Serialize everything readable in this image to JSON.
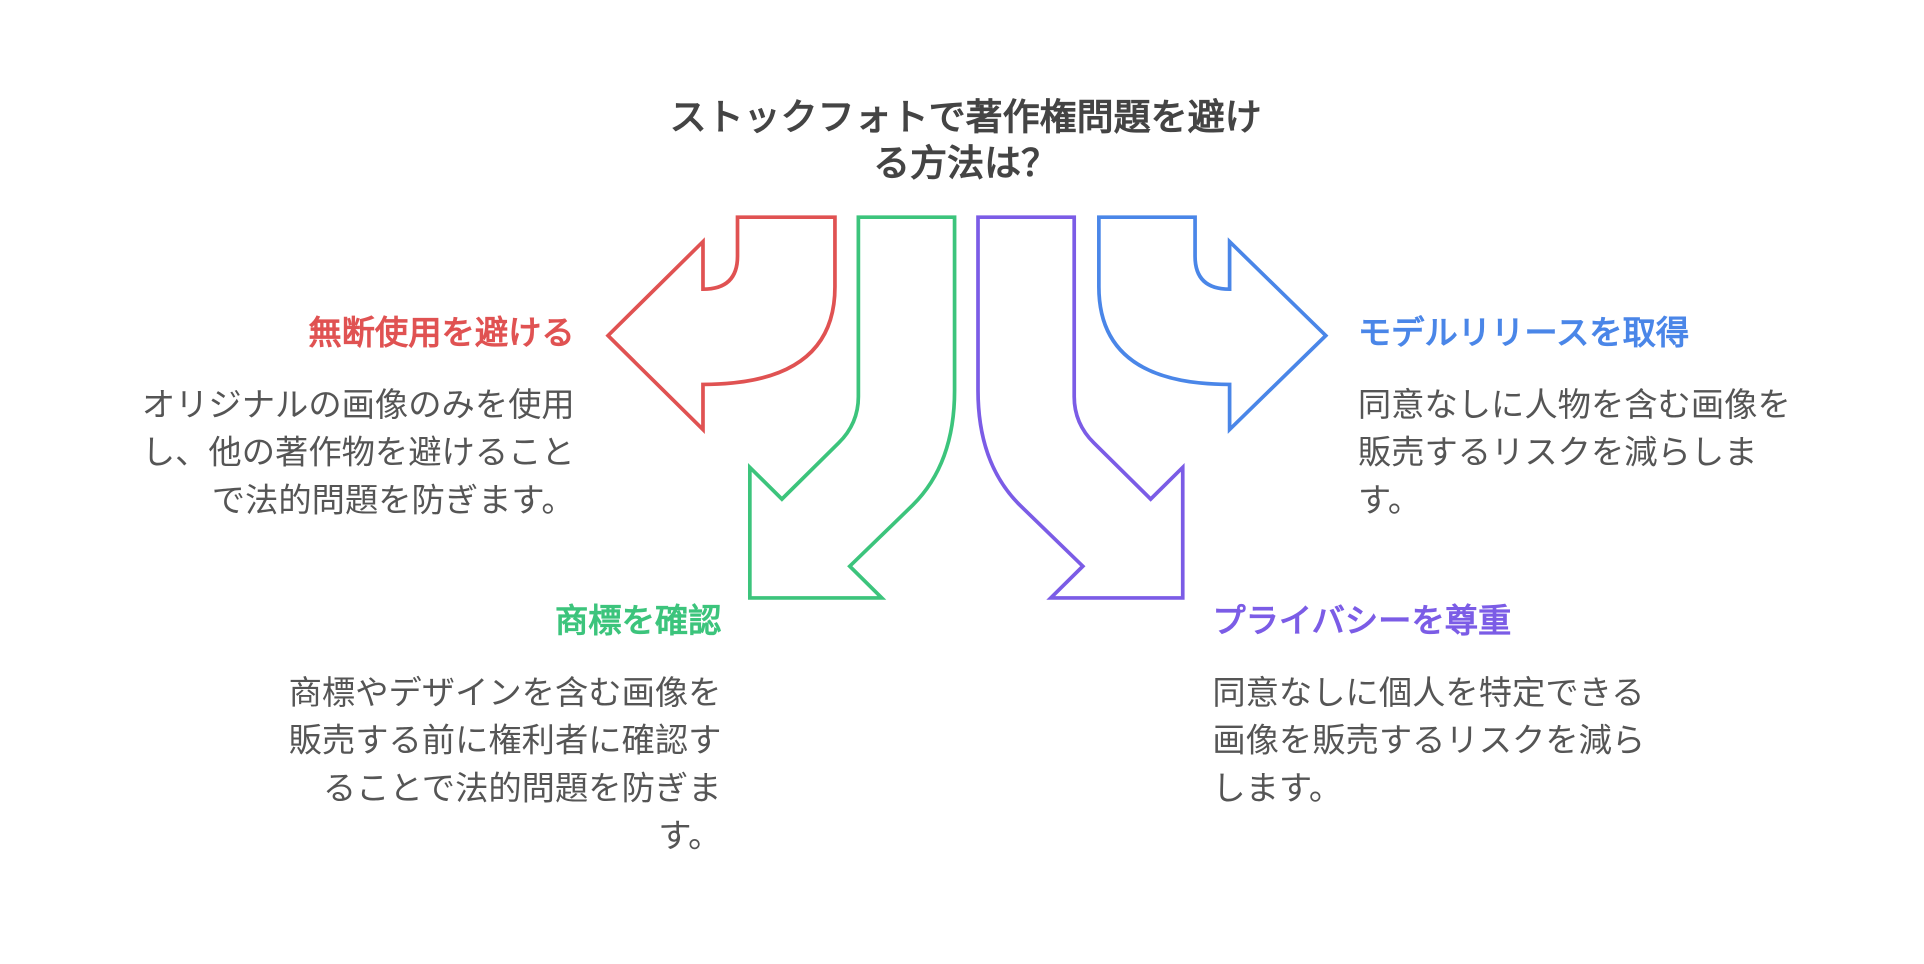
{
  "title": "ストックフォトで著作権問題を避け\nる方法は？",
  "colors": {
    "red": "#e05252",
    "green": "#3cc47c",
    "purple": "#7b5ce6",
    "blue": "#4a86e8",
    "text": "#444444"
  },
  "items": [
    {
      "heading": "無断使用を避ける",
      "body": "オリジナルの画像のみを使用\nし、他の著作物を避けること\nで法的問題を防ぎます。"
    },
    {
      "heading": "商標を確認",
      "body": "商標やデザインを含む画像を\n販売する前に権利者に確認す\nることで法的問題を防ぎま\nす。"
    },
    {
      "heading": "プライバシーを尊重",
      "body": "同意なしに個人を特定できる\n画像を販売するリスクを減ら\nします。"
    },
    {
      "heading": "モデルリリースを取得",
      "body": "同意なしに人物を含む画像を\n販売するリスクを減らしま\nす。"
    }
  ]
}
